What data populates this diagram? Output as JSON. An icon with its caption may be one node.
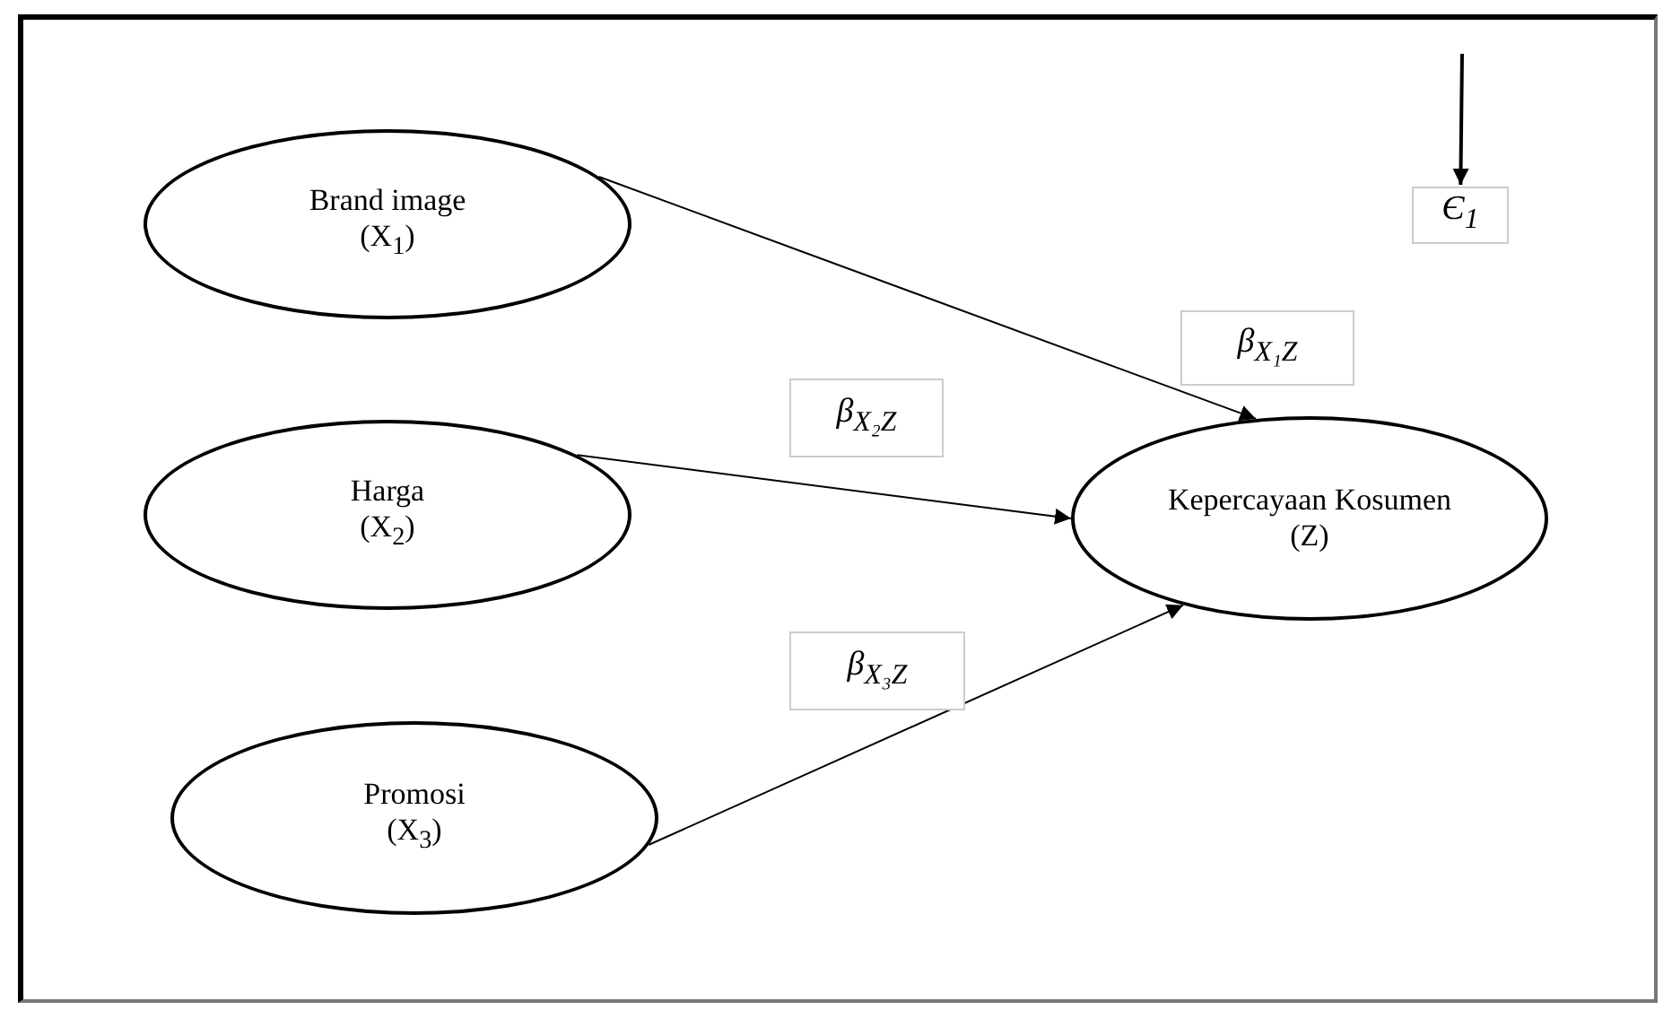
{
  "diagram": {
    "nodes": [
      {
        "text": [
          "Brand image",
          "(X$_{1}$)"
        ]
      },
      {
        "text": [
          "Harga",
          "(X$_{2}$)"
        ]
      },
      {
        "text": [
          "Promosi",
          "(X$_{3}$)"
        ]
      },
      {
        "text": [
          "Kepercayaan Kosumen",
          "(Z)"
        ]
      },
      {
        "text": [
          "Є$_{1}$"
        ]
      },
      {
        "text": [
          "β$_{X₁Z}$"
        ]
      },
      {
        "text": [
          "β$_{X₂Z}$"
        ]
      },
      {
        "text": [
          "β$_{X₃Z}$"
        ]
      }
    ],
    "edges": [
      {
        "from": 0,
        "to": 3,
        "arrow": "to"
      },
      {
        "from": 1,
        "to": 3,
        "arrow": "to"
      },
      {
        "from": 2,
        "to": 3,
        "arrow": "to"
      },
      {
        "from": null,
        "to": 4,
        "arrow": "to"
      }
    ]
  }
}
